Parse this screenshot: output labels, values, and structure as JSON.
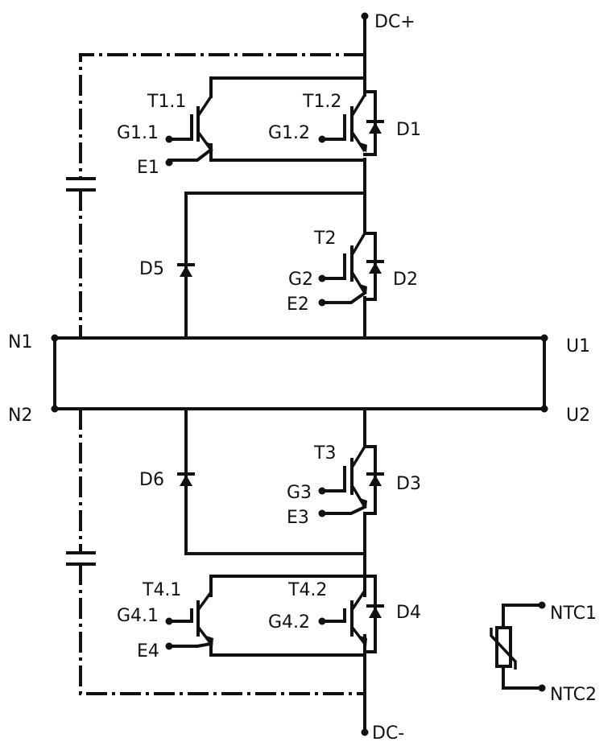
{
  "colors": {
    "line": "#111111",
    "background": "#ffffff"
  },
  "terminals": {
    "dc_pos": "DC+",
    "dc_neg": "DC-",
    "n1": "N1",
    "n2": "N2",
    "u1": "U1",
    "u2": "U2",
    "ntc1": "NTC1",
    "ntc2": "NTC2"
  },
  "transistors": {
    "t1_1": "T1.1",
    "t1_2": "T1.2",
    "t2": "T2",
    "t3": "T3",
    "t4_1": "T4.1",
    "t4_2": "T4.2"
  },
  "gates": {
    "g1_1": "G1.1",
    "g1_2": "G1.2",
    "g2": "G2",
    "g3": "G3",
    "g4_1": "G4.1",
    "g4_2": "G4.2"
  },
  "emitters": {
    "e1": "E1",
    "e2": "E2",
    "e3": "E3",
    "e4": "E4"
  },
  "diodes": {
    "d1": "D1",
    "d2": "D2",
    "d3": "D3",
    "d4": "D4",
    "d5": "D5",
    "d6": "D6"
  }
}
